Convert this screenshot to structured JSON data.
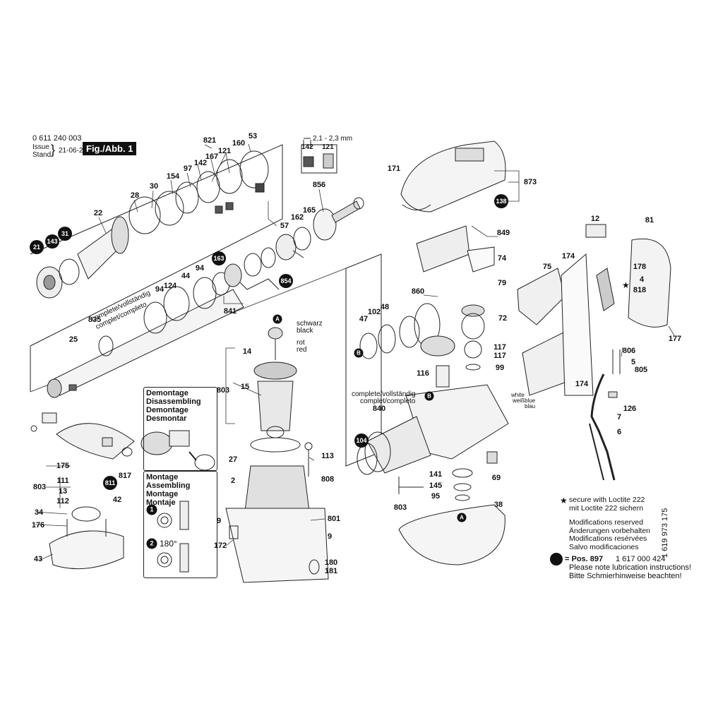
{
  "header": {
    "doc_number": "0 611 240 003",
    "issue_label": "Issue",
    "stand_label": "Stand",
    "issue_date": "21-06-21",
    "figure_label": "Fig./Abb. 1"
  },
  "detail_dim": {
    "dimension": "2,1 - 2,3 mm",
    "part_a": "142",
    "part_b": "121"
  },
  "group_labels": {
    "tool_holder": [
      "complete/vollständig",
      "complet/completo"
    ],
    "gear_housing": [
      "complete/vollständig",
      "complet/completo"
    ]
  },
  "wire_labels": {
    "schwarz": "schwarz",
    "black": "black",
    "rot": "rot",
    "red": "red",
    "white": "white",
    "weiss": "weiß",
    "blue": "blue",
    "blau": "blau"
  },
  "demontage": {
    "lines": [
      "Demontage",
      "Disassembling",
      "Demontage",
      "Desmontar"
    ]
  },
  "montage": {
    "lines": [
      "Montage",
      "Assembling",
      "Montage",
      "Montaje"
    ],
    "step1": "1",
    "step2": "2",
    "angle": "180°"
  },
  "notes": {
    "loctite": [
      "secure with Loctite 222",
      "mit Loctite 222 sichern"
    ],
    "modifications": [
      "Modifications reserved",
      "Änderungen vorbehalten",
      "Modifications resérvées",
      "Salvo modificaciones"
    ],
    "lubrication_pos": "= Pos. 897",
    "lubrication_part": "1 617 000 424",
    "lubrication": [
      "Please note lubrication instructions!",
      "Bitte Schmierhinweise beachten!"
    ]
  },
  "side_code": "1 619 973 175",
  "callouts": {
    "plain": [
      "53",
      "160",
      "821",
      "121",
      "167",
      "142",
      "97",
      "154",
      "30",
      "28",
      "22",
      "856",
      "165",
      "162",
      "57",
      "124",
      "44",
      "94",
      "94",
      "841",
      "835",
      "25",
      "14",
      "15",
      "803",
      "27",
      "2",
      "9",
      "172",
      "113",
      "808",
      "801",
      "9",
      "180",
      "181",
      "175",
      "817",
      "803",
      "111",
      "13",
      "112",
      "42",
      "34",
      "176",
      "43",
      "171",
      "873",
      "849",
      "74",
      "79",
      "860",
      "48",
      "102",
      "47",
      "72",
      "117",
      "117",
      "99",
      "116",
      "840",
      "141",
      "145",
      "95",
      "803",
      "69",
      "38",
      "12",
      "81",
      "174",
      "75",
      "178",
      "4",
      "818",
      "177",
      "806",
      "5",
      "805",
      "174",
      "7",
      "126",
      "6"
    ],
    "lubricated": [
      "21",
      "143",
      "31",
      "163",
      "854",
      "138",
      "104",
      "811"
    ],
    "markers": [
      "A",
      "A",
      "B",
      "B"
    ],
    "star": "★"
  }
}
